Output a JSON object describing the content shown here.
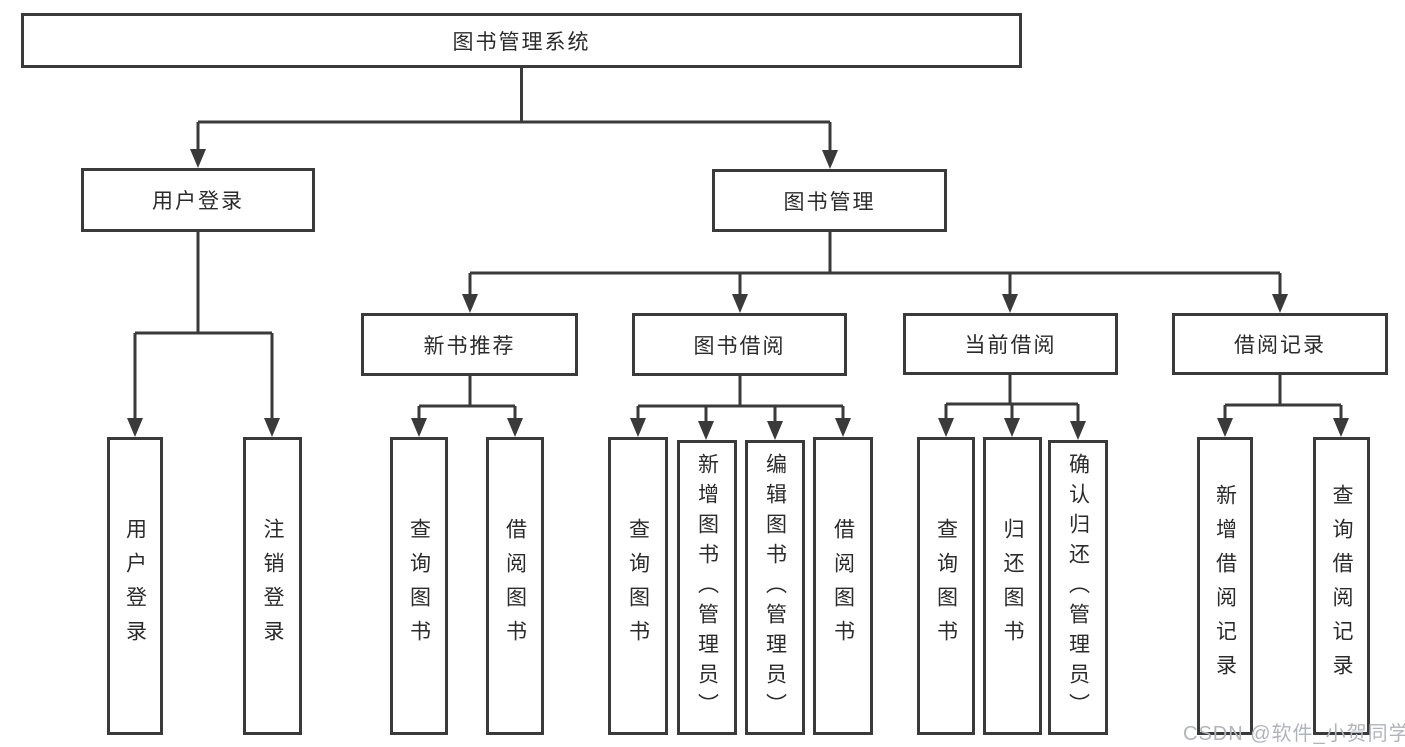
{
  "diagram": {
    "root": {
      "label": "图书管理系统"
    },
    "branches": [
      {
        "label": "用户登录",
        "children": [
          {
            "label": "用户登录"
          },
          {
            "label": "注销登录"
          }
        ]
      },
      {
        "label": "图书管理",
        "children": [
          {
            "label": "新书推荐",
            "children": [
              {
                "label": "查询图书"
              },
              {
                "label": "借阅图书"
              }
            ]
          },
          {
            "label": "图书借阅",
            "children": [
              {
                "label": "查询图书"
              },
              {
                "label": "新增图书（管理员）"
              },
              {
                "label": "编辑图书（管理员）"
              },
              {
                "label": "借阅图书"
              }
            ]
          },
          {
            "label": "当前借阅",
            "children": [
              {
                "label": "查询图书"
              },
              {
                "label": "归还图书"
              },
              {
                "label": "确认归还（管理员）"
              }
            ]
          },
          {
            "label": "借阅记录",
            "children": [
              {
                "label": "新增借阅记录"
              },
              {
                "label": "查询借阅记录"
              }
            ]
          }
        ]
      }
    ],
    "watermark": "CSDN @软件_小贺同学",
    "colors": {
      "line": "#3a3a3a",
      "text": "#2b2b2b",
      "watermark": "#b0b5bd",
      "background": "#ffffff"
    }
  }
}
